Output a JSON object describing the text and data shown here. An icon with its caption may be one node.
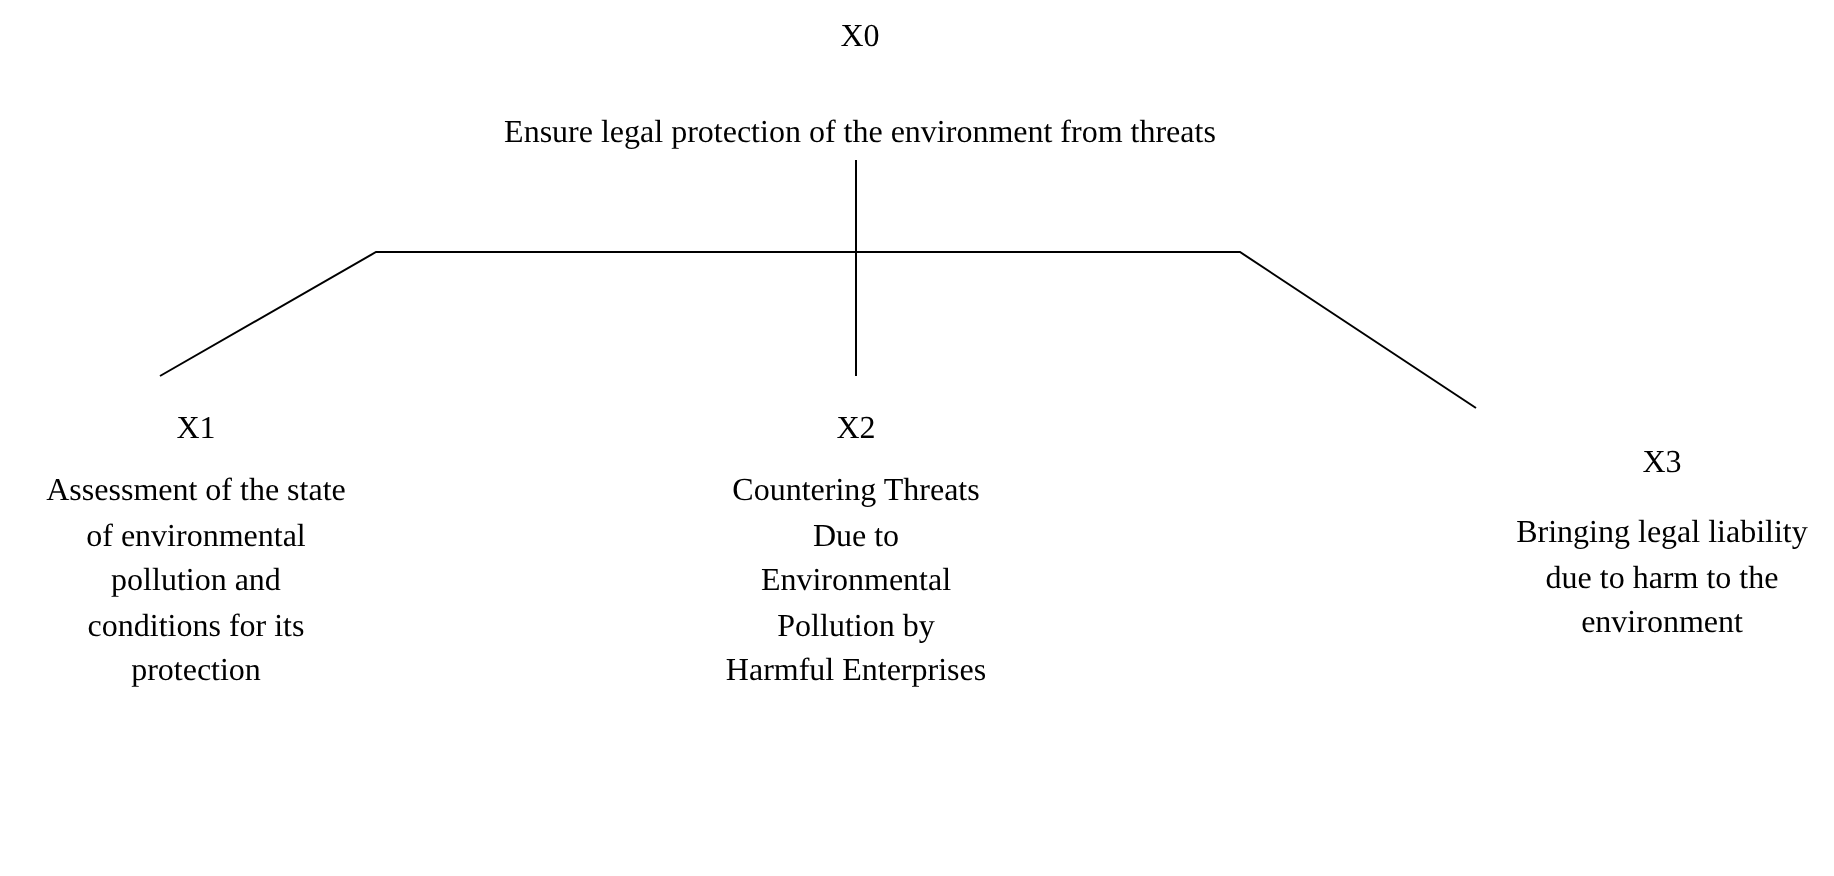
{
  "diagram": {
    "nodes": [
      {
        "text": [
          "X0",
          "Ensure legal protection of the environment from threats"
        ]
      },
      {
        "text": [
          "X1",
          "Assessment of the state of environmental pollution and conditions for its protection"
        ]
      },
      {
        "text": [
          "X2",
          "Countering Threats Due to Environmental Pollution by Harmful Enterprises"
        ]
      },
      {
        "text": [
          "X3",
          "Bringing legal liability due to harm to the environment"
        ]
      }
    ],
    "edges": [
      {
        "from": 0,
        "to": 1,
        "arrow": "none"
      },
      {
        "from": 0,
        "to": 2,
        "arrow": "none"
      },
      {
        "from": 0,
        "to": 3,
        "arrow": "none"
      }
    ]
  }
}
